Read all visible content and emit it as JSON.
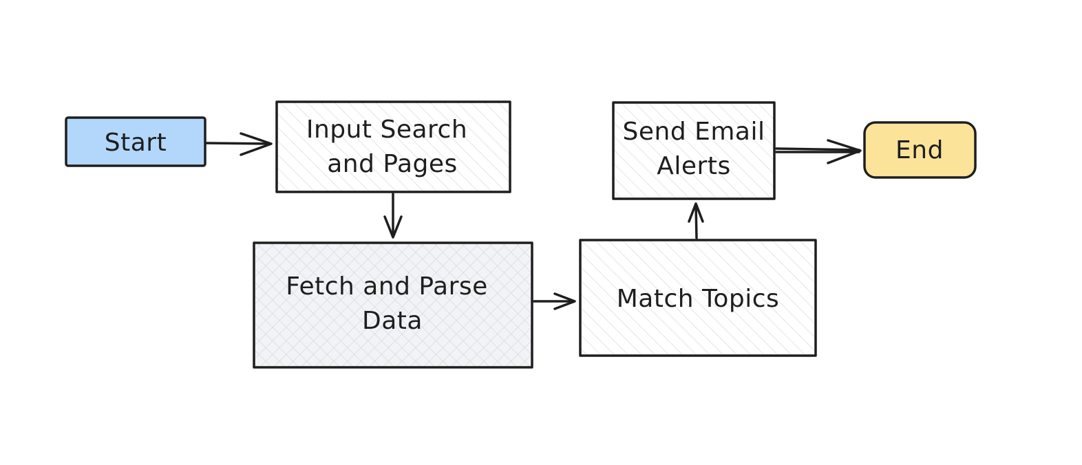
{
  "colors": {
    "stroke": "#1e1e1e",
    "start_fill": "#b3d7fb",
    "end_fill": "#fbe39a",
    "hatch": "#cfd3d9",
    "cross_fill": "#eef1f5"
  },
  "nodes": {
    "start": {
      "line1": "Start"
    },
    "input": {
      "line1": "Input Search",
      "line2": "and Pages"
    },
    "fetch": {
      "line1": "Fetch and Parse",
      "line2": "Data"
    },
    "match": {
      "line1": "Match Topics"
    },
    "send": {
      "line1": "Send Email",
      "line2": "Alerts"
    },
    "end": {
      "line1": "End"
    }
  }
}
